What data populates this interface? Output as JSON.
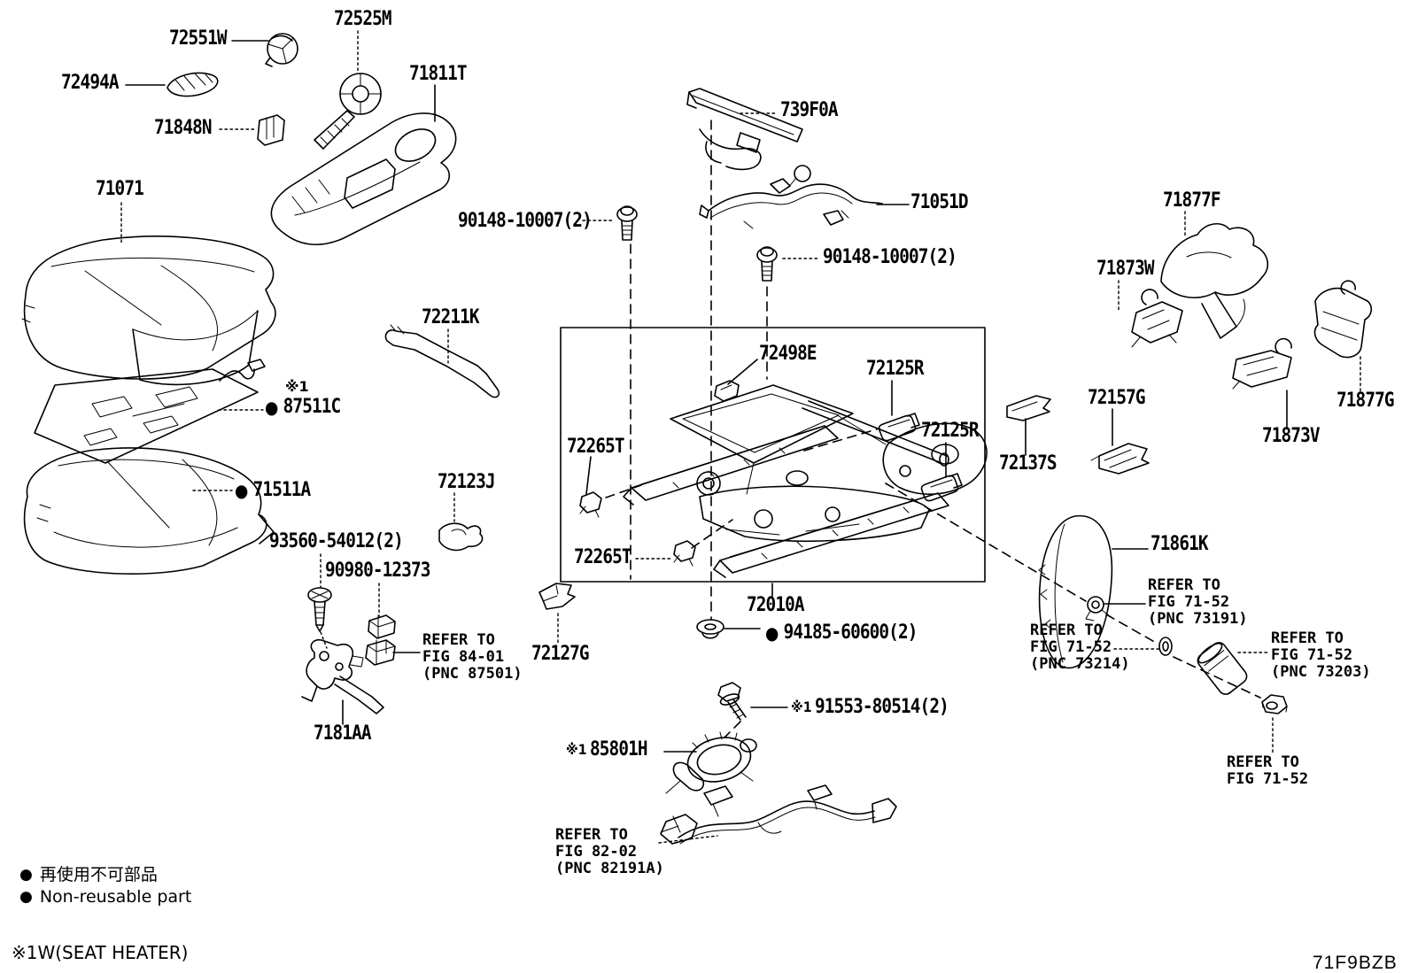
{
  "parts": {
    "72551W": "72551W",
    "72525M": "72525M",
    "72494A": "72494A",
    "71848N": "71848N",
    "71811T": "71811T",
    "71071": "71071",
    "739F0A": "739F0A",
    "90148_10007": "90148-10007(2)",
    "71051D": "71051D",
    "71877F": "71877F",
    "71873W": "71873W",
    "72211K": "72211K",
    "87511C": "87511C",
    "71511A": "71511A",
    "72498E": "72498E",
    "72125R": "72125R",
    "72157G": "72157G",
    "72137S": "72137S",
    "71873V": "71873V",
    "71877G": "71877G",
    "72265T": "72265T",
    "72123J": "72123J",
    "93560_54012": "93560-54012(2)",
    "90980_12373": "90980-12373",
    "7181AA": "7181AA",
    "72127G": "72127G",
    "72010A": "72010A",
    "94185_60600": "94185-60600(2)",
    "91553_80514": "91553-80514(2)",
    "85801H": "85801H",
    "71861K": "71861K"
  },
  "refs": {
    "fig8401": [
      "REFER TO",
      "FIG 84-01",
      "(PNC 87501)"
    ],
    "fig8202": [
      "REFER TO",
      "FIG 82-02",
      "(PNC 82191A)"
    ],
    "fig7152_73191": [
      "REFER TO",
      "FIG 71-52",
      "(PNC 73191)"
    ],
    "fig7152_73214": [
      "REFER TO",
      "FIG 71-52",
      "(PNC 73214)"
    ],
    "fig7152_73203": [
      "REFER TO",
      "FIG 71-52",
      "(PNC 73203)"
    ],
    "fig7152_plain": [
      "REFER TO",
      "FIG 71-52"
    ]
  },
  "markers": {
    "bullet": "●",
    "note1": "※1"
  },
  "legend": {
    "bullet": "●",
    "jp": "再使用不可部品",
    "en": "Non-reusable part"
  },
  "notes": {
    "seat_heater": "※1W(SEAT HEATER)"
  },
  "footer": {
    "code": "71F9BZB"
  }
}
